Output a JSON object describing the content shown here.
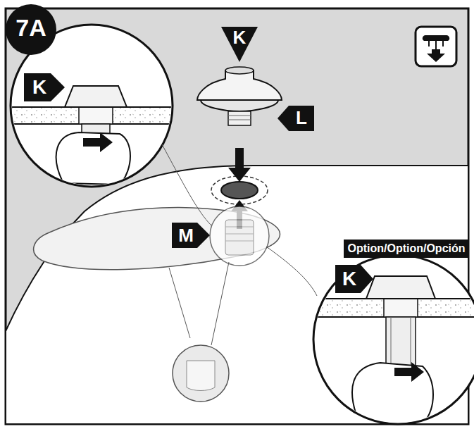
{
  "diagram": {
    "labels": [
      "7A",
      "K",
      "L",
      "K",
      "M",
      "Option/Option/Opción",
      "K"
    ]
  }
}
